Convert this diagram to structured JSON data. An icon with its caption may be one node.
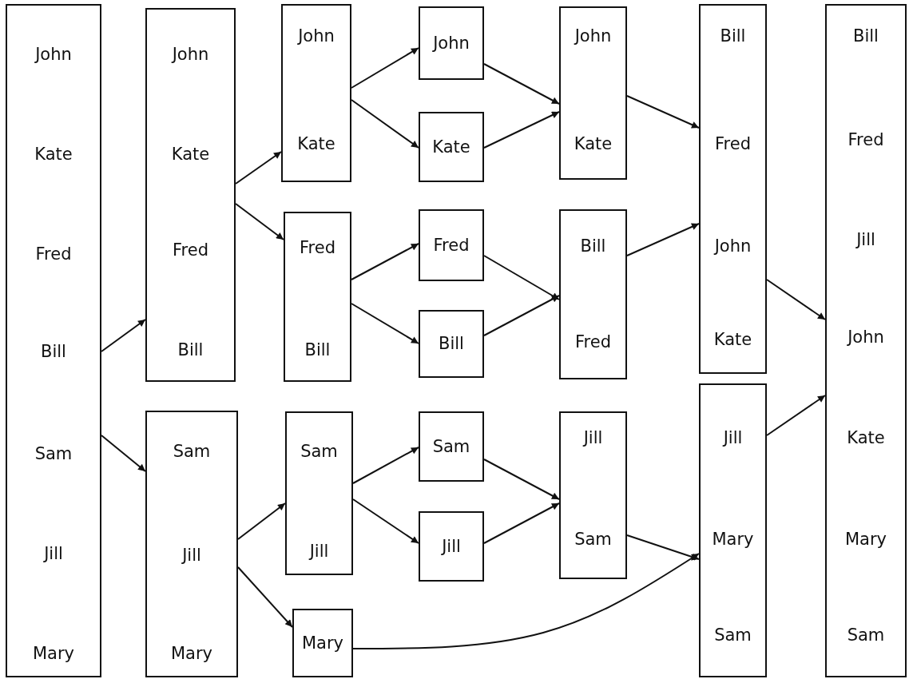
{
  "diagram": {
    "nodes": [
      {
        "text": [
          "John",
          "Kate",
          "Fred",
          "Bill",
          "Sam",
          "Jill",
          "Mary"
        ]
      },
      {
        "text": [
          "John",
          "Kate",
          "Fred",
          "Bill"
        ]
      },
      {
        "text": [
          "Sam",
          "Jill",
          "Mary"
        ]
      },
      {
        "text": [
          "John",
          "Kate"
        ]
      },
      {
        "text": [
          "Fred",
          "Bill"
        ]
      },
      {
        "text": [
          "Sam",
          "Jill"
        ]
      },
      {
        "text": [
          "Mary"
        ]
      },
      {
        "text": [
          "John"
        ]
      },
      {
        "text": [
          "Kate"
        ]
      },
      {
        "text": [
          "Fred"
        ]
      },
      {
        "text": [
          "Bill"
        ]
      },
      {
        "text": [
          "Sam"
        ]
      },
      {
        "text": [
          "Jill"
        ]
      },
      {
        "text": [
          "John",
          "Kate"
        ]
      },
      {
        "text": [
          "Bill",
          "Fred"
        ]
      },
      {
        "text": [
          "Jill",
          "Sam"
        ]
      },
      {
        "text": [
          "Bill",
          "Fred",
          "John",
          "Kate"
        ]
      },
      {
        "text": [
          "Jill",
          "Mary",
          "Sam"
        ]
      },
      {
        "text": [
          "Bill",
          "Fred",
          "Jill",
          "John",
          "Kate",
          "Mary",
          "Sam"
        ]
      }
    ],
    "edges": [
      {
        "from": 0,
        "to": 1,
        "arrow": "to"
      },
      {
        "from": 0,
        "to": 2,
        "arrow": "to"
      },
      {
        "from": 1,
        "to": 3,
        "arrow": "to"
      },
      {
        "from": 1,
        "to": 4,
        "arrow": "to"
      },
      {
        "from": 2,
        "to": 5,
        "arrow": "to"
      },
      {
        "from": 2,
        "to": 6,
        "arrow": "to"
      },
      {
        "from": 3,
        "to": 7,
        "arrow": "to"
      },
      {
        "from": 3,
        "to": 8,
        "arrow": "to"
      },
      {
        "from": 4,
        "to": 9,
        "arrow": "to"
      },
      {
        "from": 4,
        "to": 10,
        "arrow": "to"
      },
      {
        "from": 5,
        "to": 11,
        "arrow": "to"
      },
      {
        "from": 5,
        "to": 12,
        "arrow": "to"
      },
      {
        "from": 7,
        "to": 13,
        "arrow": "to"
      },
      {
        "from": 8,
        "to": 13,
        "arrow": "to"
      },
      {
        "from": 9,
        "to": 14,
        "arrow": "to"
      },
      {
        "from": 10,
        "to": 14,
        "arrow": "to"
      },
      {
        "from": 11,
        "to": 15,
        "arrow": "to"
      },
      {
        "from": 12,
        "to": 15,
        "arrow": "to"
      },
      {
        "from": 13,
        "to": 16,
        "arrow": "to"
      },
      {
        "from": 14,
        "to": 16,
        "arrow": "to"
      },
      {
        "from": 15,
        "to": 17,
        "arrow": "to"
      },
      {
        "from": 6,
        "to": 17,
        "arrow": "to"
      },
      {
        "from": 16,
        "to": 18,
        "arrow": "to"
      },
      {
        "from": 17,
        "to": 18,
        "arrow": "to"
      }
    ]
  }
}
